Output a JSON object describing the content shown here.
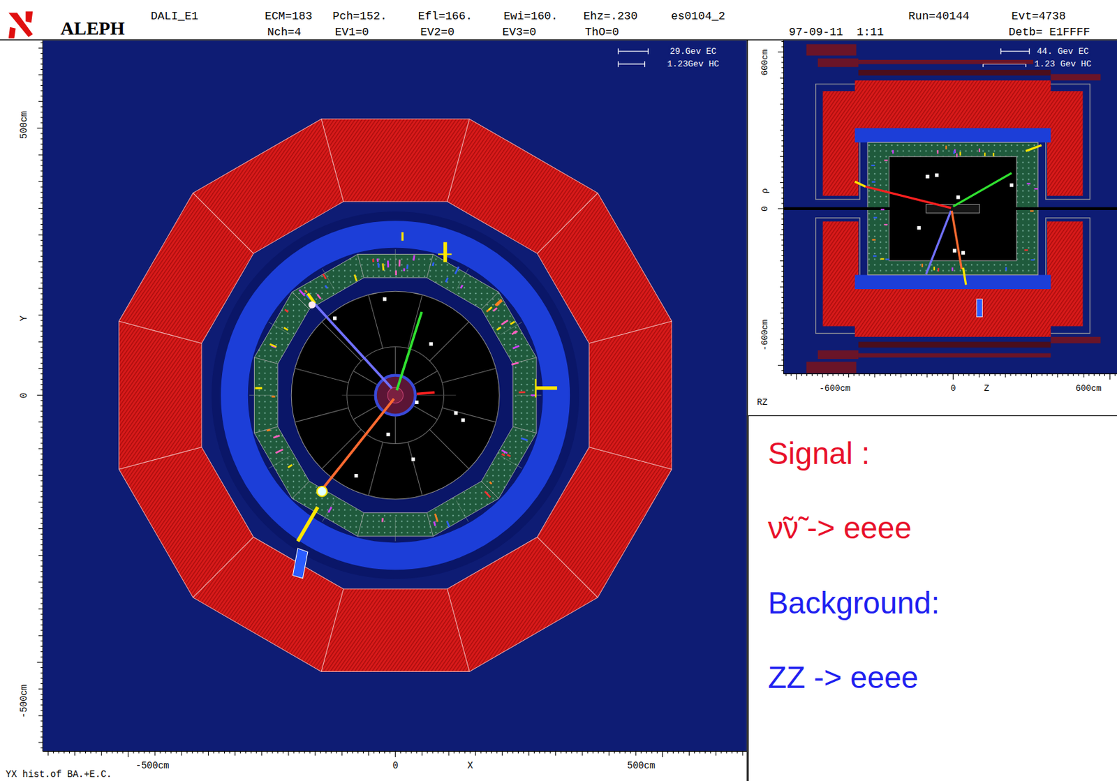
{
  "diagram": {
    "nodes": [
      {
        "text": [
          "Signal :",
          "ν̃ν̃ -> eeee",
          "Background:",
          "ZZ -> eeee"
        ]
      }
    ],
    "labels": [
      "ALEPH",
      "DALI_E1",
      "ECM=183",
      "Pch=152.",
      "Efl=166.",
      "Ewi=160.",
      "Ehz=.230",
      "es0104_2",
      "Run=40144",
      "Evt=4738",
      "Nch=4",
      "EV1=0",
      "EV2=0",
      "EV3=0",
      "ThO=0",
      "97-09-11  1:11",
      "Detb= E1FFFF",
      "29.Gev EC",
      "1.23Gev HC",
      "44. Gev EC",
      "1.23 Gev HC",
      "500cm",
      "Y",
      "0",
      "-500cm",
      "-500cm",
      "0",
      "X",
      "500cm",
      "YX hist.of BA.+E.C.",
      "600cm",
      "ρ",
      "0",
      "-600cm",
      "-600cm",
      "0",
      "Z",
      "600cm",
      "RZ"
    ]
  }
}
